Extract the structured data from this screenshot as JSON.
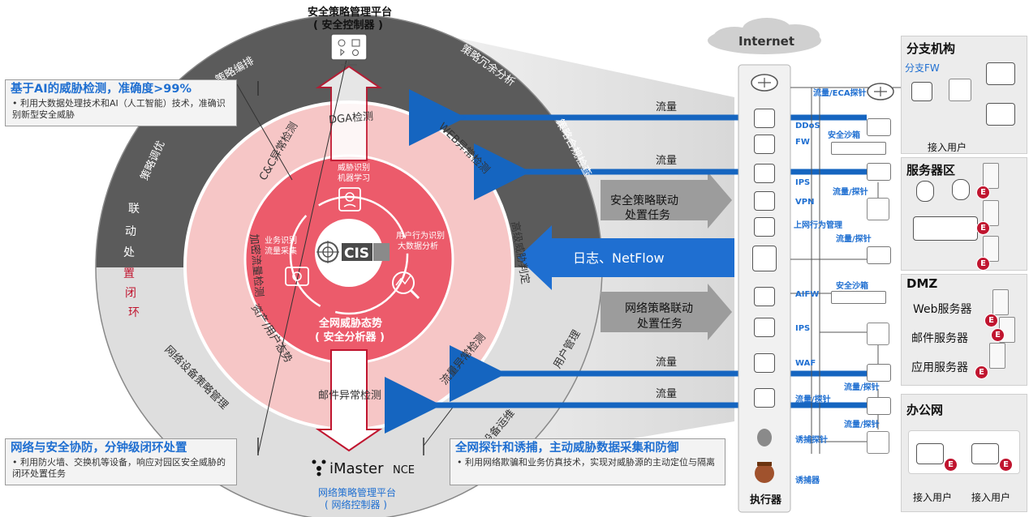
{
  "colors": {
    "outer_ring": "#5b5b5b",
    "light_ring": "#dcdcdc",
    "pink_ring": "#f5c3c3",
    "red_ring": "#ec5b6b",
    "accent_blue": "#1f6fd1",
    "flow_blue": "#1565c0",
    "closed_loop_red": "#c0152f"
  },
  "top_platform": {
    "title": "安全策略管理平台",
    "subtitle": "( 安全控制器 )",
    "icon": "controller-monitor-icon"
  },
  "bottom_platform": {
    "logo_text": "iMaster",
    "logo_suffix": "NCE",
    "title": "网络策略管理平台",
    "subtitle": "( 网络控制器 )"
  },
  "center": {
    "logo_text": "CIS",
    "title": "全网威胁态势",
    "subtitle": "( 安全分析器 )",
    "ml_label_1": "威胁识别",
    "ml_label_2": "机器学习",
    "biz_label_1": "业务识别",
    "biz_label_2": "流量采集",
    "ueba_label_1": "用户行为识别",
    "ueba_label_2": "大数据分析"
  },
  "outer_ring": {
    "strategy_arrange": "策略编排",
    "strategy_redundancy": "策略冗余分析",
    "strategy_compliance": "策略合规检查",
    "strategy_tuning": "策略调优",
    "device_strategy": "网络设备策略管理",
    "user_mgmt": "用户管理",
    "device_ops": "设备运维",
    "loop_chars": [
      "联",
      "动",
      "处",
      "置",
      "闭",
      "环"
    ]
  },
  "pink_ring": {
    "dga": "DGA检测",
    "web": "WEB异常检测",
    "advanced": "高级威胁判定",
    "traffic": "流量异常检测",
    "mail": "邮件异常检测",
    "asset": "资产/用户态势",
    "encrypted": "加密流量检测",
    "cc": "C&C异常检测"
  },
  "callouts": {
    "ai": {
      "title": "基于AI的威胁检测，准确度>99%",
      "body": "•  利用大数据处理技术和AI（人工智能）技术，准确识别新型安全威胁"
    },
    "collab": {
      "title": "网络与安全协防，分钟级闭环处置",
      "body": "•  利用防火墙、交换机等设备，响应对园区安全威胁的闭环处置任务"
    },
    "trap": {
      "title": "全网探针和诱捕，主动威胁数据采集和防御",
      "body": "•  利用网络欺骗和业务仿真技术，实现对威胁源的主动定位与隔离"
    }
  },
  "arrows": {
    "flow_label": "流量",
    "security_task_1": "安全策略联动",
    "security_task_2": "处置任务",
    "log_netflow": "日志、NetFlow",
    "network_task_1": "网络策略联动",
    "network_task_2": "处置任务"
  },
  "executor": {
    "internet": "Internet",
    "title": "执行器",
    "labels": {
      "flow_eca": "流量/ECA探针",
      "ddos": "DDoS",
      "fw": "FW",
      "sandbox": "安全沙箱",
      "ips": "IPS",
      "vpn": "VPN",
      "flow_probe": "流量/探针",
      "uba": "上网行为管理",
      "aifw": "AIFW",
      "waf": "WAF",
      "trap_probe": "诱捕探针",
      "trap": "诱捕器"
    }
  },
  "panels": {
    "branch": {
      "title": "分支机构",
      "fw": "分支FW",
      "users": "接入用户"
    },
    "server_zone": {
      "title": "服务器区"
    },
    "dmz": {
      "title": "DMZ",
      "web": "Web服务器",
      "mail": "邮件服务器",
      "app": "应用服务器"
    },
    "office": {
      "title": "办公网",
      "user_1": "接入用户",
      "user_2": "接入用户"
    },
    "badge_letter": "E"
  }
}
